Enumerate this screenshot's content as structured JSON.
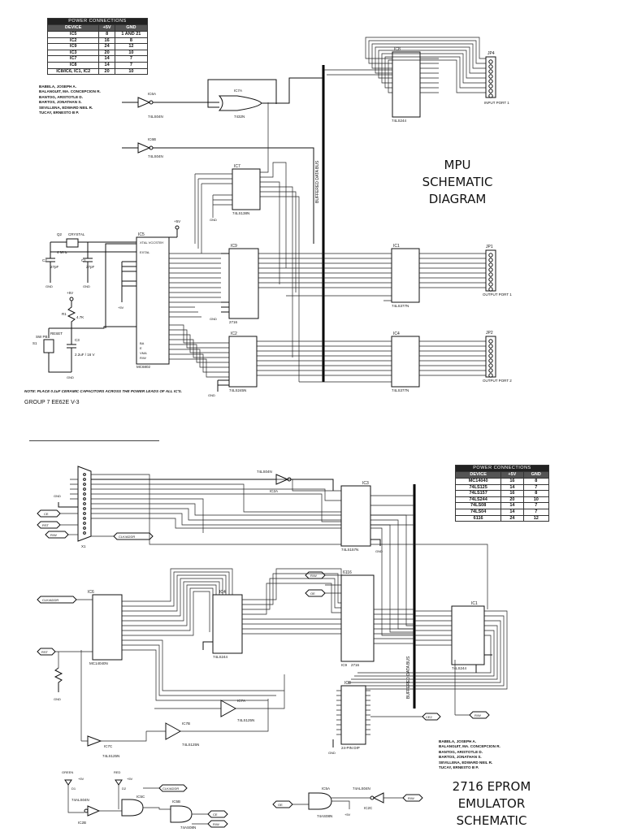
{
  "top": {
    "power_table": {
      "caption": "POWER CONNECTIONS",
      "headers": [
        "DEVICE",
        "+5V",
        "GND"
      ],
      "rows": [
        [
          "IC5",
          "8",
          "1 AND 21"
        ],
        [
          "IC2",
          "16",
          "8"
        ],
        [
          "IC9",
          "24",
          "12"
        ],
        [
          "IC3",
          "20",
          "10"
        ],
        [
          "IC7",
          "14",
          "7"
        ],
        [
          "IC8",
          "14",
          "7"
        ],
        [
          "IC8/IC6, IC1, IC2",
          "20",
          "10"
        ]
      ]
    },
    "credits": [
      "BABELA, JOSEPH A.",
      "BALANGUIT, MA. CONCEPCION R.",
      "BANTOG, ARISTOTLE D.",
      "BARTOS, JONATHAN S.",
      "SEVILLENA, EDWARD NEIL R.",
      "TUCAY, ERNESTO B P."
    ],
    "title_lines": [
      "MPU",
      "SCHEMATIC",
      "DIAGRAM"
    ],
    "note": "NOTE: PLACE 0.1uF CERAMIC CAPACITORS ACROSS THE POWER LEADS OF ALL IC'S.",
    "group": "GROUP 7 EE62E V-3",
    "labels": {
      "ic6a": "IC6A",
      "ic6a_type": "74LS04N",
      "ic6b": "IC6B",
      "ic6b_type": "74LS04N",
      "ic7a": "IC7A",
      "ic7a_type": "7432N",
      "ic8": "IC8",
      "ic8_type": "74LS244",
      "jp4": "JP4",
      "input_port": "INPUT PORT 1",
      "ic7": "IC7",
      "ic7_type": "74LS138N",
      "bus": "BUFFERED DATA BUS",
      "q2": "Q2",
      "crystal": "CRYSTAL",
      "mhz": "4 MHz",
      "c2": "C2",
      "c2v": "27pF",
      "c1": "C1",
      "c1v": "27pF",
      "ic5": "IC5",
      "ic5_type": "MC6802",
      "xtal": "XTAL VCCSTBY",
      "extal": "EXTAL",
      "ic9": "IC9",
      "ic9_type": "2716",
      "ic1": "IC1",
      "ic1_type": "74LS377N",
      "jp1": "JP1",
      "out1": "OUTPUT PORT 1",
      "ic2": "IC2",
      "ic2_type": "74LS245N",
      "ic4": "IC4",
      "ic4_type": "74LS377N",
      "jp2": "JP2",
      "out2": "OUTPUT PORT 2",
      "vcc": "+5V",
      "gnd": "GND",
      "r1": "R1",
      "r1v": "4.7K",
      "reset": "RESET",
      "s1": "S1",
      "sw": "SW PB",
      "c3": "C3",
      "c3v": "2.2uF / 16 V",
      "sig_ba": "BA",
      "sig_vma": "VMA",
      "sig_rw": "R/W",
      "sig_e": "E"
    }
  },
  "bottom": {
    "power_table": {
      "caption": "POWER CONNECTIONS",
      "headers": [
        "DEVICE",
        "+5V",
        "GND"
      ],
      "rows": [
        [
          "MC14040",
          "16",
          "8"
        ],
        [
          "74LS125",
          "14",
          "7"
        ],
        [
          "74LS157",
          "16",
          "8"
        ],
        [
          "74LS244",
          "20",
          "10"
        ],
        [
          "74LS08",
          "14",
          "7"
        ],
        [
          "74LS04",
          "14",
          "7"
        ],
        [
          "6116",
          "24",
          "12"
        ]
      ]
    },
    "credits": [
      "BABELA, JOSEPH A.",
      "BALANGUIT, MA. CONCEPCION R.",
      "BANTOG, ARISTOTLE D.",
      "BARTOS, JONATHAN S.",
      "SEVILLENA, EDWARD NEIL R.",
      "TUCAY, ERNESTO B P."
    ],
    "title_lines": [
      "2716 EPROM",
      "EMULATOR",
      "SCHEMATIC"
    ],
    "labels": {
      "x1": "X1",
      "gnd": "GND",
      "ce": "CE",
      "rst": "RST",
      "rw": "R/W",
      "clkaddr": "CLK/ADDR",
      "ic2a": "IC2A",
      "ic2a_type": "74LS04N",
      "ic3": "IC3",
      "ic3_type": "74LS157N",
      "ic6": "IC6",
      "ic6_type": "MC14040N",
      "ic4": "IC4",
      "ic4_type": "74LS244",
      "u6116": "6116",
      "ic9": "IC9",
      "ic9_type": "2716",
      "ic1": "IC1",
      "ic1_type": "74LS244",
      "bus": "BUFFERED DATA BUS",
      "ic8": "IC8",
      "ic8_type": "24-PIN DIP",
      "ic7a": "IC7A",
      "ic7a_type": "74LS125N",
      "ic7b": "IC7B",
      "ic7b_type": "74LS125N",
      "ic7c": "IC7C",
      "ic7c_type": "74LS125N",
      "green": "GREEN",
      "red": "RED",
      "d1": "D1",
      "d2": "D2",
      "vcc": "+5V",
      "ic2b": "IC2B",
      "ic2b_type": "74ALS04N",
      "ic5c": "IC5C",
      "ic5b": "IC5B",
      "ic5b_type": "74AS08N",
      "ce2": "CE2",
      "rw2": "R/W",
      "oe": "OE",
      "ic5a": "IC5A",
      "ic2c": "IC2C",
      "ic5a_type": "74AS08N"
    }
  }
}
